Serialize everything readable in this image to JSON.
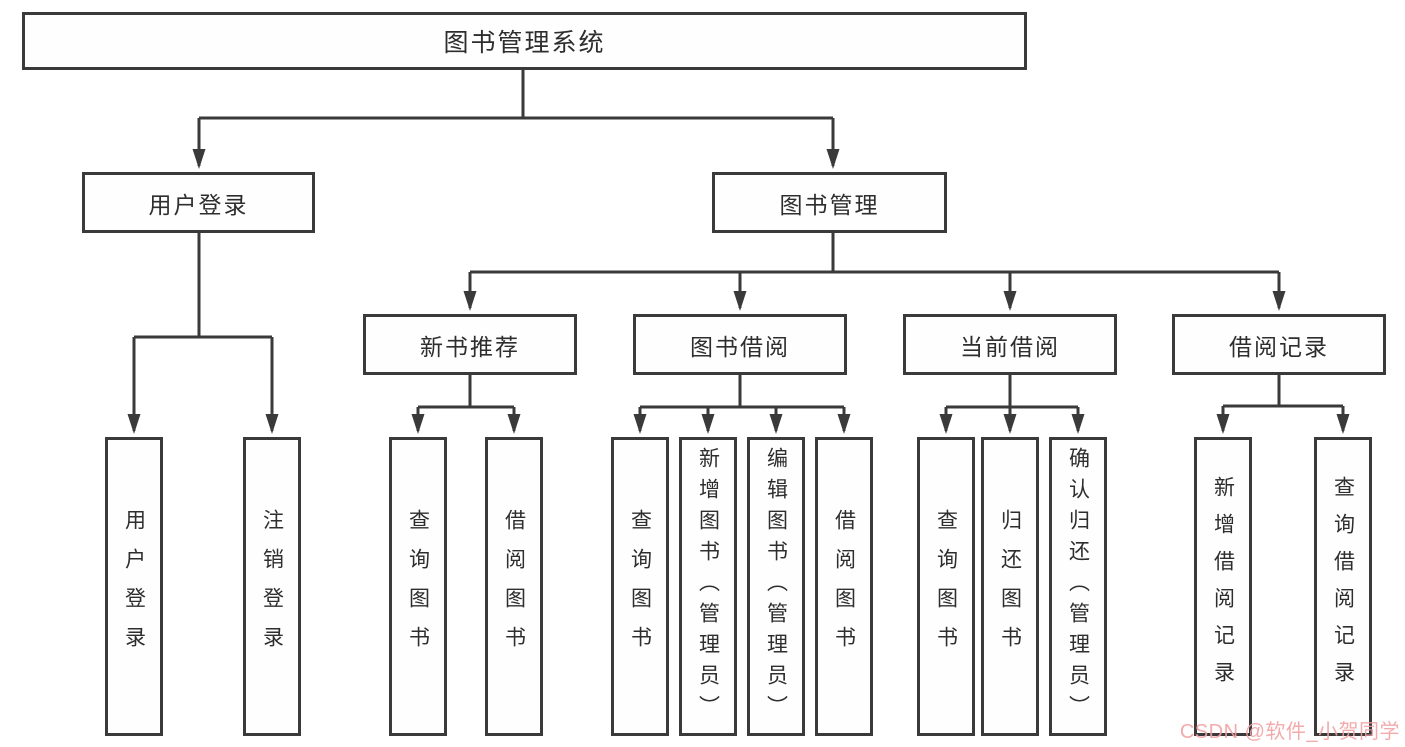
{
  "tree": {
    "root": {
      "label": "图书管理系统"
    },
    "branches": [
      {
        "label": "用户登录",
        "children": [
          {
            "label": "用户登录"
          },
          {
            "label": "注销登录"
          }
        ]
      },
      {
        "label": "图书管理",
        "children": [
          {
            "label": "新书推荐",
            "children": [
              {
                "label": "查询图书"
              },
              {
                "label": "借阅图书"
              }
            ]
          },
          {
            "label": "图书借阅",
            "children": [
              {
                "label": "查询图书"
              },
              {
                "label": "新增图书（管理员）"
              },
              {
                "label": "编辑图书（管理员）"
              },
              {
                "label": "借阅图书"
              }
            ]
          },
          {
            "label": "当前借阅",
            "children": [
              {
                "label": "查询图书"
              },
              {
                "label": "归还图书"
              },
              {
                "label": "确认归还（管理员）"
              }
            ]
          },
          {
            "label": "借阅记录",
            "children": [
              {
                "label": "新增借阅记录"
              },
              {
                "label": "查询借阅记录"
              }
            ]
          }
        ]
      }
    ]
  },
  "watermark": {
    "text": "CSDN @软件_小贺同学"
  },
  "colors": {
    "line": "#3a3a3a",
    "text": "#2e2e2e",
    "watermark": "#f1a2a4",
    "background": "#ffffff"
  }
}
